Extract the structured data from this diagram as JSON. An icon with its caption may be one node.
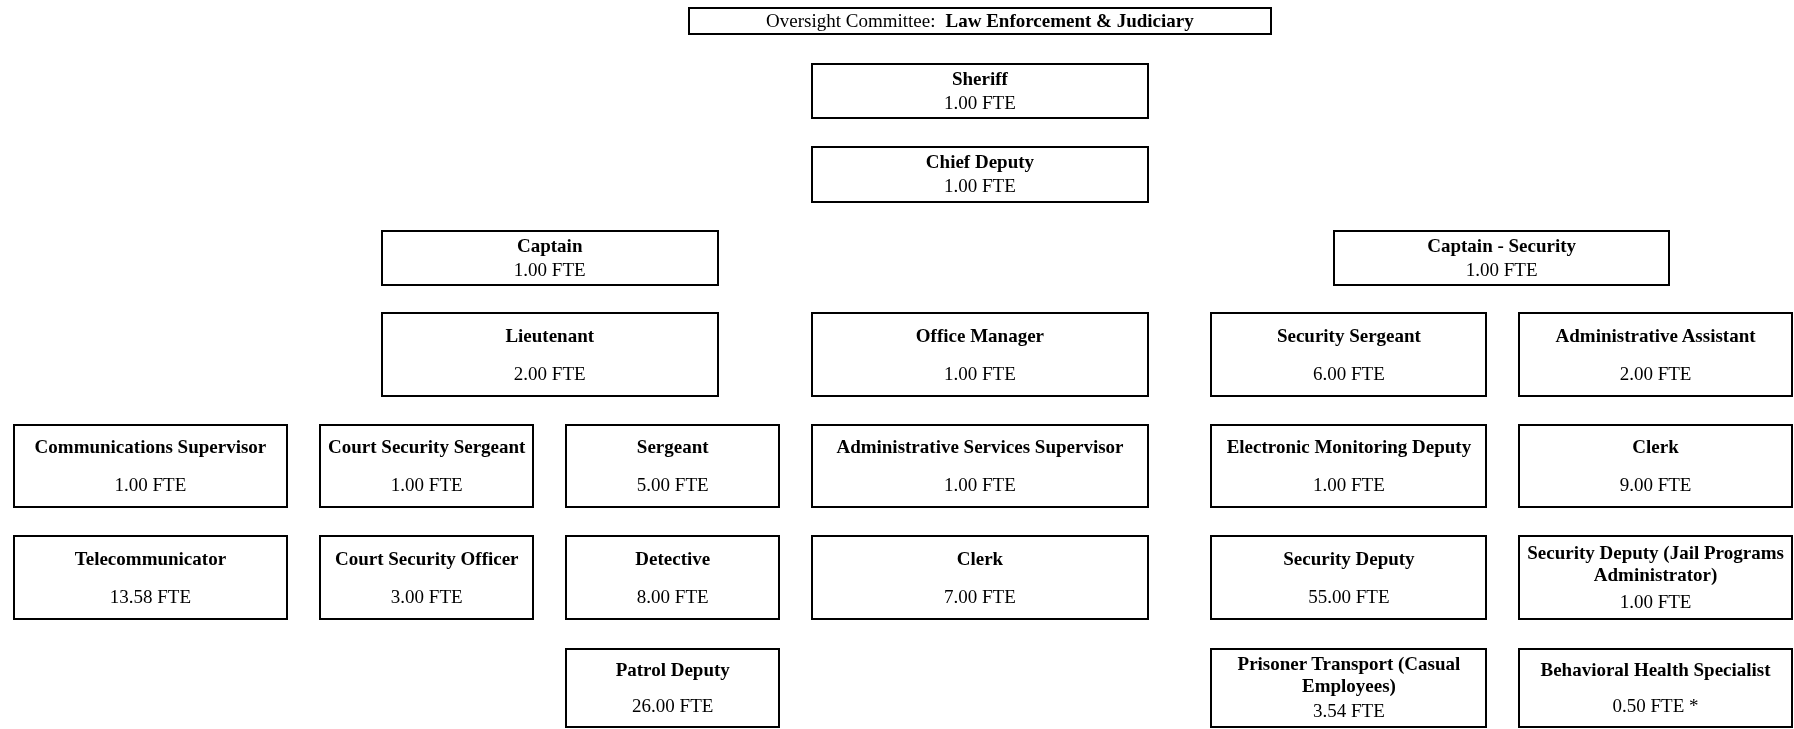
{
  "diagram": {
    "nodes": [
      {
        "text": [
          "Oversight Committee:",
          "Law Enforcement & Judiciary"
        ]
      },
      {
        "text": [
          "Sheriff",
          "1.00 FTE"
        ]
      },
      {
        "text": [
          "Chief Deputy",
          "1.00 FTE"
        ]
      },
      {
        "text": [
          "Captain",
          "1.00 FTE"
        ]
      },
      {
        "text": [
          "Captain - Security",
          "1.00 FTE"
        ]
      },
      {
        "text": [
          "Lieutenant",
          "2.00 FTE"
        ]
      },
      {
        "text": [
          "Office Manager",
          "1.00 FTE"
        ]
      },
      {
        "text": [
          "Security Sergeant",
          "6.00 FTE"
        ]
      },
      {
        "text": [
          "Administrative Assistant",
          "2.00 FTE"
        ]
      },
      {
        "text": [
          "Communications Supervisor",
          "1.00 FTE"
        ]
      },
      {
        "text": [
          "Court Security Sergeant",
          "1.00 FTE"
        ]
      },
      {
        "text": [
          "Sergeant",
          "5.00 FTE"
        ]
      },
      {
        "text": [
          "Administrative Services Supervisor",
          "1.00 FTE"
        ]
      },
      {
        "text": [
          "Electronic Monitoring Deputy",
          "1.00 FTE"
        ]
      },
      {
        "text": [
          "Clerk",
          "9.00 FTE"
        ]
      },
      {
        "text": [
          "Telecommunicator",
          "13.58 FTE"
        ]
      },
      {
        "text": [
          "Court Security Officer",
          "3.00 FTE"
        ]
      },
      {
        "text": [
          "Detective",
          "8.00 FTE"
        ]
      },
      {
        "text": [
          "Clerk",
          "7.00 FTE"
        ]
      },
      {
        "text": [
          "Security Deputy",
          "55.00 FTE"
        ]
      },
      {
        "text": [
          "Security Deputy (Jail Programs Administrator)",
          "1.00 FTE"
        ]
      },
      {
        "text": [
          "Patrol Deputy",
          "26.00 FTE"
        ]
      },
      {
        "text": [
          "Prisoner Transport (Casual Employees)",
          "3.54 FTE"
        ]
      },
      {
        "text": [
          "Behavioral Health Specialist",
          "0.50 FTE *"
        ]
      }
    ]
  }
}
